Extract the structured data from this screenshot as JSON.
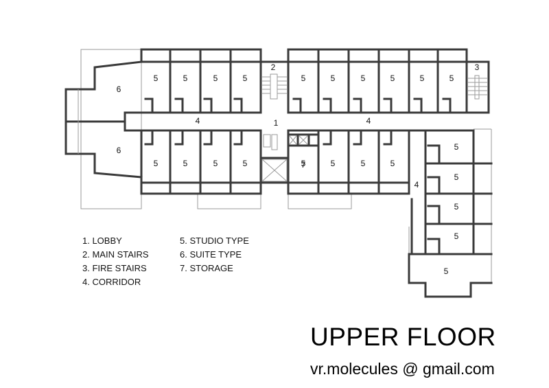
{
  "title": "UPPER FLOOR",
  "email": "vr.molecules @ gmail.com",
  "legend": [
    "1. LOBBY",
    "2. MAIN STAIRS",
    "3. FIRE STAIRS",
    "4. CORRIDOR",
    "5. STUDIO TYPE",
    "6. SUITE TYPE",
    "7. STORAGE"
  ],
  "room_labels": {
    "lobby": "1",
    "main_stairs": "2",
    "fire_stairs": "3",
    "corridor": "4",
    "studio": "5",
    "suite": "6",
    "storage": "7"
  }
}
